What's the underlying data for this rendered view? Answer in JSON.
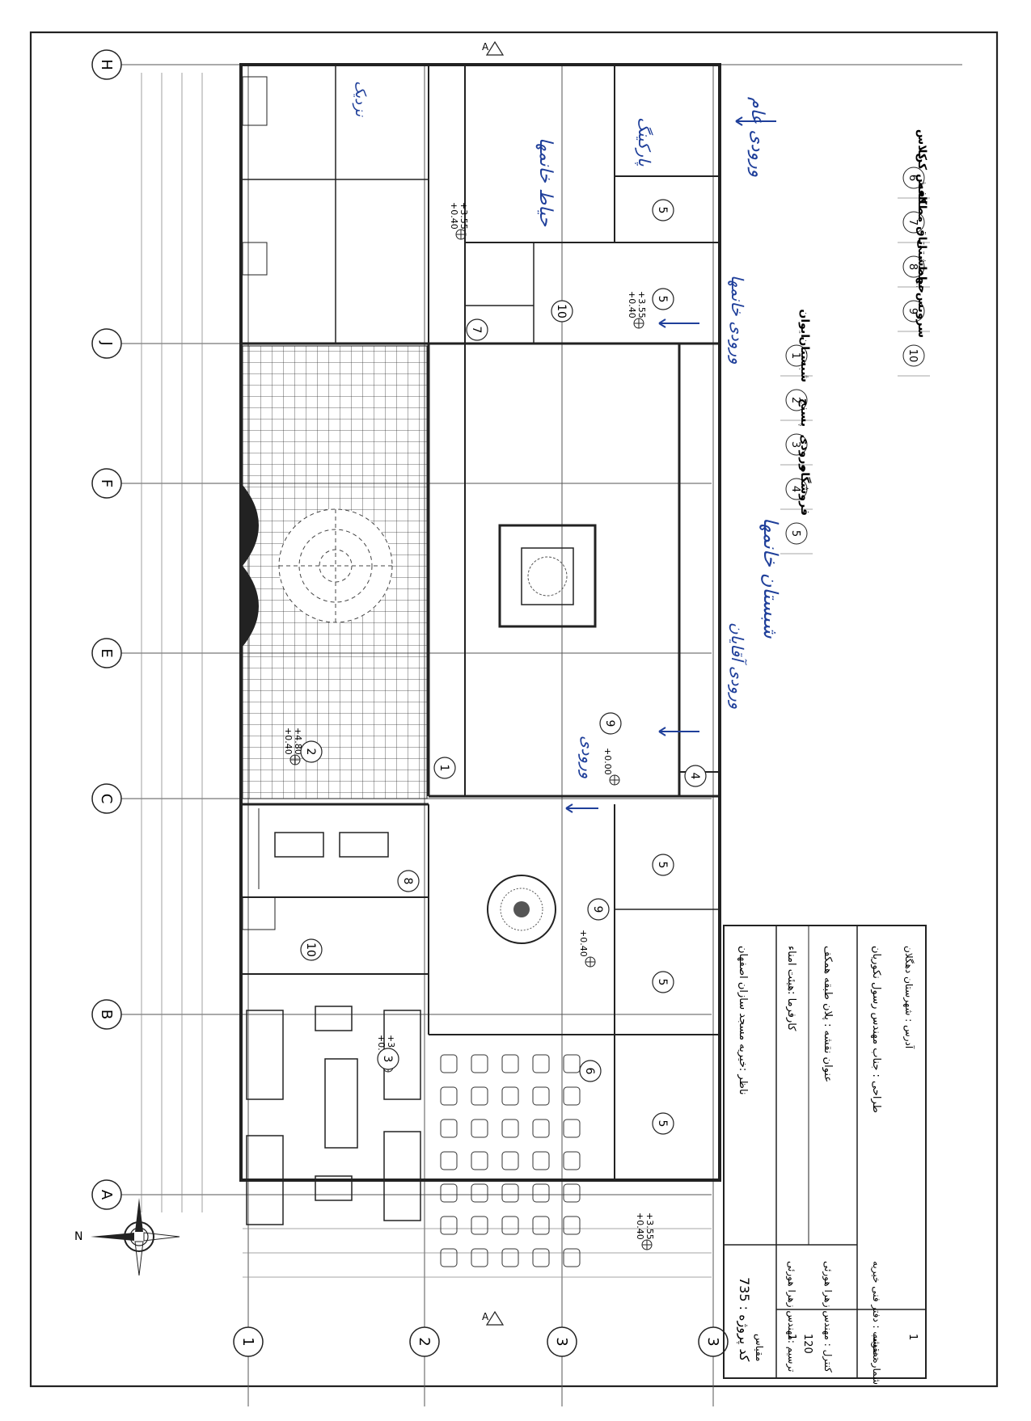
{
  "grid": {
    "letters": [
      "H",
      "J",
      "F",
      "E",
      "C",
      "B",
      "A"
    ],
    "numbers": [
      "1",
      "2",
      "3",
      "3"
    ]
  },
  "section_mark": "A",
  "north": "N",
  "levels": [
    {
      "top": "+3.55",
      "bottom": "+0.40"
    },
    {
      "top": "+4.80",
      "bottom": "+0.40"
    },
    {
      "top": "+3.55",
      "bottom": "+0.40"
    },
    {
      "top": "+3.55",
      "bottom": "+0.40"
    },
    {
      "top": "+3.55",
      "bottom": "+0.40"
    },
    {
      "top": "",
      "bottom": "+0.00"
    },
    {
      "top": "",
      "bottom": "+0.40"
    }
  ],
  "room_numbers": [
    "5",
    "5",
    "10",
    "7",
    "2",
    "1",
    "9",
    "4",
    "5",
    "8",
    "10",
    "9",
    "5",
    "3",
    "6",
    "5"
  ],
  "legend": [
    {
      "num": "1",
      "label": "ایوان"
    },
    {
      "num": "2",
      "label": "شبستان"
    },
    {
      "num": "3",
      "label": "پسنج"
    },
    {
      "num": "4",
      "label": "ورودی"
    },
    {
      "num": "5",
      "label": "فروشگاه"
    },
    {
      "num": "6",
      "label": "کلاس"
    },
    {
      "num": "7",
      "label": "کفش کن"
    },
    {
      "num": "8",
      "label": "اتاق مطالعه"
    },
    {
      "num": "9",
      "label": "حیاط"
    },
    {
      "num": "10",
      "label": "سرویس بهداشتی"
    }
  ],
  "title_block": {
    "project_code": "کد پروژه : 735",
    "client": "ناظر :خیریه مسجد سازان اصفهان",
    "drafter": "ترسیم :مهندس زهرا هورئی",
    "employer": "کارفرما :هیئت امناء",
    "checker": "کنترل : مهندس زهرا هورئی",
    "drawing_title": "عنوان نقشه : پلان طبقه همکف",
    "approval": "تصویب : دفتر فنی خیریه",
    "designer": "طراحی : جناب مهندس رسول نکوریان",
    "address": "آدرس : شهرستان دهگلان",
    "scale_label": "مقیاس",
    "scale_value_top": "1",
    "scale_value_bottom": "120",
    "sheet_label": "شماره نقشه",
    "sheet_value": "1"
  },
  "annotations": {
    "entrance_men": "ورودی آقایان",
    "entrance_women": "ورودی خانمها",
    "entrance_public": "ورودی عام",
    "women_yard": "حیاط خانمها",
    "women_hall": "شبستان خانمها",
    "entrance": "ورودی",
    "parking": "پارکینگ",
    "nearby": "نزدیک"
  },
  "colors": {
    "ink": "#222222",
    "pen": "#1f3f9a",
    "paper": "#ffffff"
  }
}
